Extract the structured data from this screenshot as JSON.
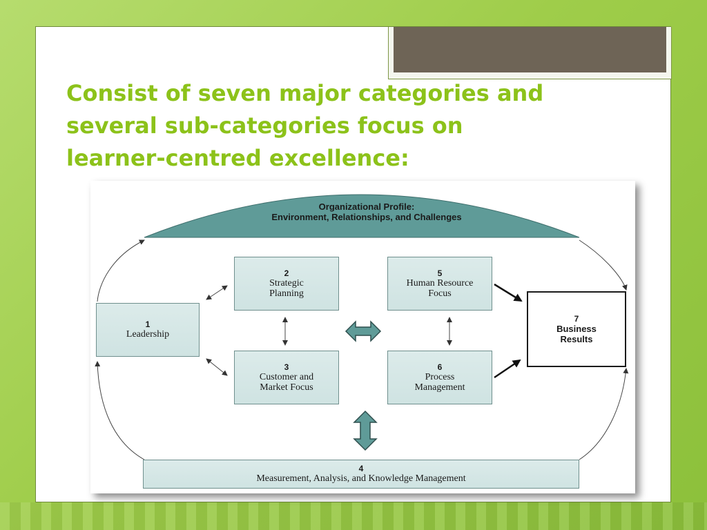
{
  "slide": {
    "title_lines": [
      "Consist of seven major categories and",
      "several sub-categories focus on",
      "learner-centred excellence:"
    ]
  },
  "diagram": {
    "profile_title": "Organizational Profile:",
    "profile_subtitle": "Environment, Relationships, and Challenges",
    "categories": [
      {
        "num": "1",
        "label": "Leadership"
      },
      {
        "num": "2",
        "label": "Strategic\nPlanning"
      },
      {
        "num": "3",
        "label": "Customer and\nMarket Focus"
      },
      {
        "num": "4",
        "label": "Measurement, Analysis, and Knowledge Management"
      },
      {
        "num": "5",
        "label": "Human Resource\nFocus"
      },
      {
        "num": "6",
        "label": "Process\nManagement"
      },
      {
        "num": "7",
        "label": "Business\nResults"
      }
    ]
  },
  "colors": {
    "title": "#8cc21a",
    "profile_fill": "#5f9b98",
    "box_fill": "#d6e8e7",
    "box_border": "#6f8f8d"
  }
}
